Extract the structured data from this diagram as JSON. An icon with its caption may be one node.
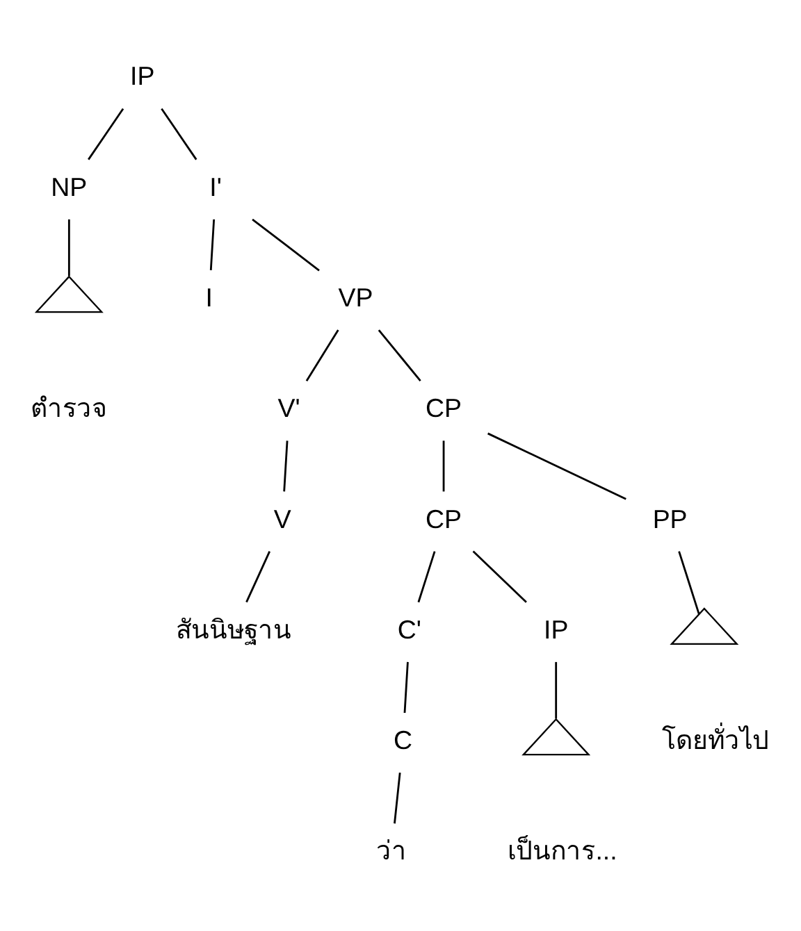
{
  "diagram": {
    "nodes": [
      {
        "text": [
          "IP"
        ]
      },
      {
        "text": [
          "NP"
        ]
      },
      {
        "text": [
          "I'"
        ]
      },
      {
        "text": [],
        "shape": "triangle",
        "beside": [
          "ตำรวจ"
        ]
      },
      {
        "text": [
          "I"
        ]
      },
      {
        "text": [
          "VP"
        ]
      },
      {
        "text": [
          "V'"
        ]
      },
      {
        "text": [
          "CP"
        ]
      },
      {
        "text": [
          "V"
        ]
      },
      {
        "text": [
          "CP"
        ]
      },
      {
        "text": [
          "PP"
        ]
      },
      {
        "text": [],
        "shape": "triangle",
        "beside": [
          "โดยทั่วไป"
        ]
      },
      {
        "text": [
          "สันนิษฐาน"
        ]
      },
      {
        "text": [
          "C'"
        ]
      },
      {
        "text": [
          "IP"
        ]
      },
      {
        "text": [],
        "shape": "triangle",
        "beside": [
          "เป็นการ..."
        ]
      },
      {
        "text": [
          "C"
        ]
      },
      {
        "text": [
          "ว่า"
        ]
      }
    ],
    "edges": [
      {
        "from": 0,
        "to": 1,
        "arrow": "none"
      },
      {
        "from": 0,
        "to": 2,
        "arrow": "none"
      },
      {
        "from": 1,
        "to": 3,
        "arrow": "none"
      },
      {
        "from": 2,
        "to": 4,
        "arrow": "none"
      },
      {
        "from": 2,
        "to": 5,
        "arrow": "none"
      },
      {
        "from": 5,
        "to": 6,
        "arrow": "none"
      },
      {
        "from": 5,
        "to": 7,
        "arrow": "none"
      },
      {
        "from": 6,
        "to": 8,
        "arrow": "none"
      },
      {
        "from": 7,
        "to": 9,
        "arrow": "none"
      },
      {
        "from": 7,
        "to": 10,
        "arrow": "none"
      },
      {
        "from": 8,
        "to": 12,
        "arrow": "none"
      },
      {
        "from": 9,
        "to": 13,
        "arrow": "none"
      },
      {
        "from": 9,
        "to": 14,
        "arrow": "none"
      },
      {
        "from": 10,
        "to": 11,
        "arrow": "none"
      },
      {
        "from": 13,
        "to": 16,
        "arrow": "none"
      },
      {
        "from": 14,
        "to": 15,
        "arrow": "none"
      },
      {
        "from": 16,
        "to": 17,
        "arrow": "none"
      }
    ]
  }
}
